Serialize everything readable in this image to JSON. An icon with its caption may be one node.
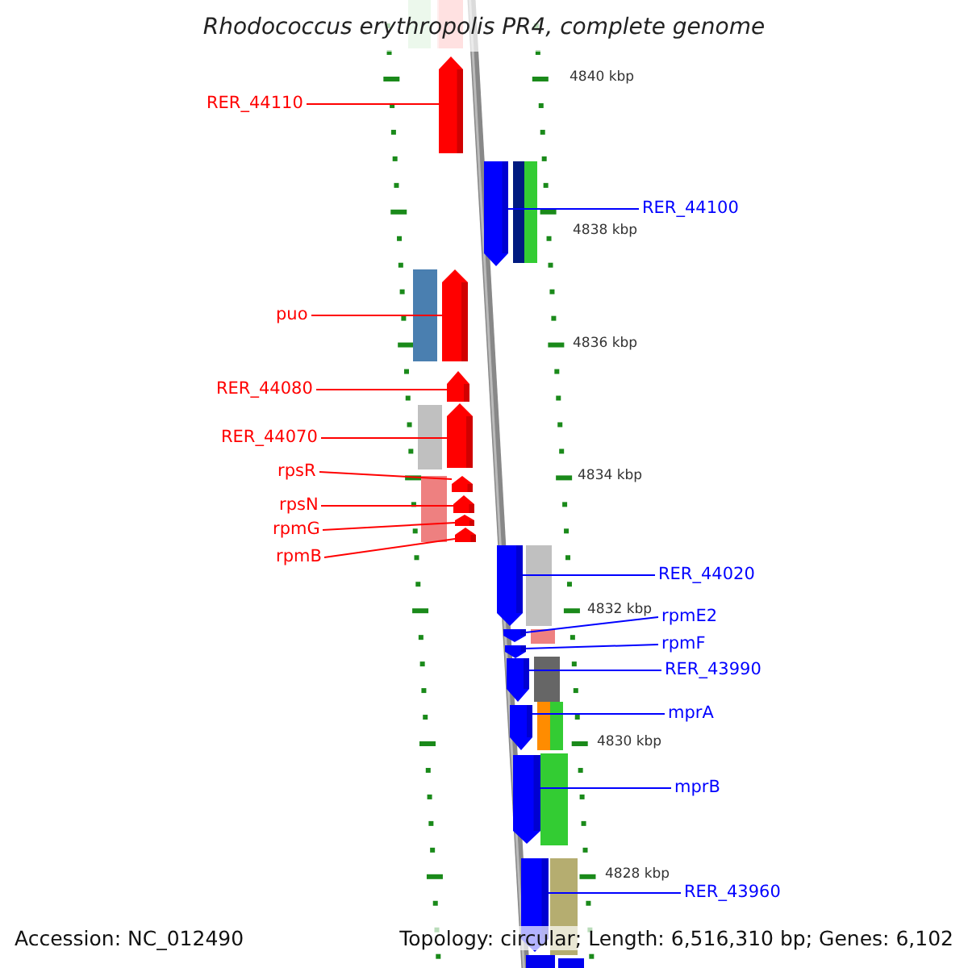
{
  "diagram": {
    "title": "Rhodococcus erythropolis PR4, complete genome",
    "nodes": [
      {
        "text": [
          "RER_44110"
        ]
      },
      {
        "text": [
          "puo"
        ]
      },
      {
        "text": [
          "RER_44080"
        ]
      },
      {
        "text": [
          "RER_44070"
        ]
      },
      {
        "text": [
          "rpsR"
        ]
      },
      {
        "text": [
          "rpsN"
        ]
      },
      {
        "text": [
          "rpmG"
        ]
      },
      {
        "text": [
          "rpmB"
        ]
      },
      {
        "text": [
          "RER_44100"
        ]
      },
      {
        "text": [
          "RER_44020"
        ]
      },
      {
        "text": [
          "rpmE2"
        ]
      },
      {
        "text": [
          "rpmF"
        ]
      },
      {
        "text": [
          "RER_43990"
        ]
      },
      {
        "text": [
          "mprA"
        ]
      },
      {
        "text": [
          "mprB"
        ]
      },
      {
        "text": [
          "RER_43960"
        ]
      },
      {
        "text": [],
        "shape": "arrow"
      },
      {
        "text": [],
        "shape": "arrow"
      },
      {
        "text": [],
        "shape": "arrow"
      },
      {
        "text": [],
        "shape": "arrow"
      },
      {
        "text": [],
        "shape": "arrow"
      },
      {
        "text": [],
        "shape": "arrow"
      },
      {
        "text": [],
        "shape": "arrow"
      },
      {
        "text": [],
        "shape": "arrow"
      },
      {
        "text": [],
        "shape": "arrow"
      },
      {
        "text": [],
        "shape": "arrow"
      },
      {
        "text": [],
        "shape": "arrow"
      },
      {
        "text": [],
        "shape": "arrow"
      },
      {
        "text": [],
        "shape": "arrow"
      },
      {
        "text": [],
        "shape": "arrow"
      },
      {
        "text": [],
        "shape": "arrow"
      },
      {
        "text": [],
        "shape": "arrow"
      }
    ],
    "edges": [
      {
        "from": 0,
        "to": 16,
        "arrow": "none"
      },
      {
        "from": 1,
        "to": 17,
        "arrow": "none"
      },
      {
        "from": 2,
        "to": 18,
        "arrow": "none"
      },
      {
        "from": 3,
        "to": 19,
        "arrow": "none"
      },
      {
        "from": 4,
        "to": 20,
        "arrow": "none"
      },
      {
        "from": 5,
        "to": 21,
        "arrow": "none"
      },
      {
        "from": 6,
        "to": 22,
        "arrow": "none"
      },
      {
        "from": 7,
        "to": 23,
        "arrow": "none"
      },
      {
        "from": 8,
        "to": 24,
        "arrow": "none",
        "color": "#0000ff"
      },
      {
        "from": 9,
        "to": 25,
        "arrow": "none",
        "color": "#0000ff"
      },
      {
        "from": 10,
        "to": 26,
        "arrow": "none",
        "color": "#0000ff"
      },
      {
        "from": 11,
        "to": 27,
        "arrow": "none",
        "color": "#0000ff"
      },
      {
        "from": 12,
        "to": 28,
        "arrow": "none",
        "color": "#0000ff"
      },
      {
        "from": 13,
        "to": 29,
        "arrow": "none",
        "color": "#0000ff"
      },
      {
        "from": 14,
        "to": 30,
        "arrow": "none",
        "color": "#0000ff"
      },
      {
        "from": 15,
        "to": 31,
        "arrow": "none",
        "color": "#0000ff"
      }
    ],
    "labels": [
      "4840 kbp",
      "4838 kbp",
      "4836 kbp",
      "4834 kbp",
      "4832 kbp",
      "4830 kbp",
      "4828 kbp",
      "Accession: NC_012490",
      "Topology: circular; Length: 6,516,310 bp; Genes: 6,102"
    ]
  }
}
